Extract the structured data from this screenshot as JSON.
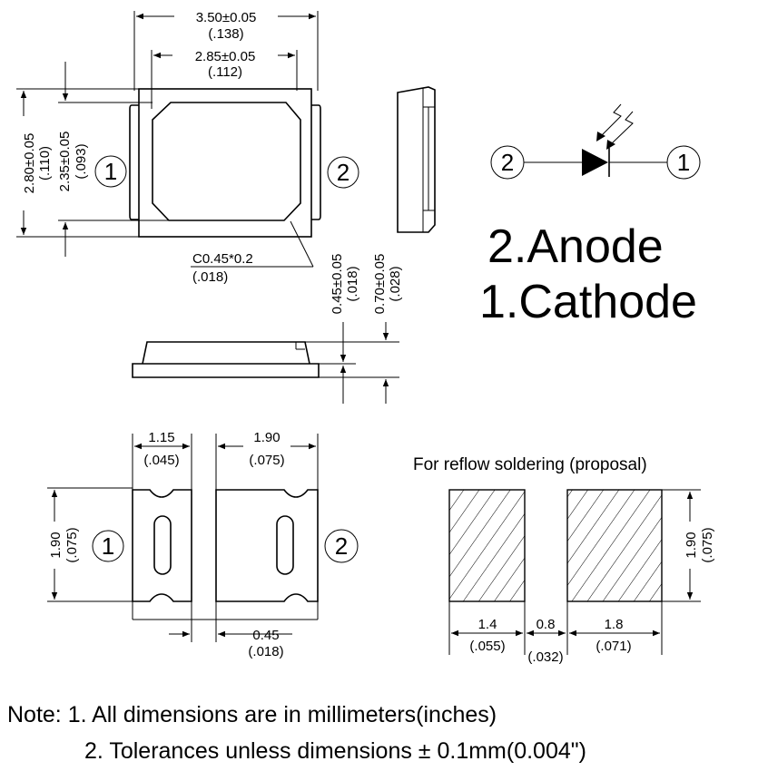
{
  "top_view": {
    "width_mm": "3.50±0.05",
    "width_in": "(.138)",
    "inner_width_mm": "2.85±0.05",
    "inner_width_in": "(.112)",
    "height_mm": "2.80±0.05",
    "height_in": "(.110)",
    "inner_height_mm": "2.35±0.05",
    "inner_height_in": "(.093)",
    "chamfer": "C0.45*0.2",
    "chamfer_in": "(.018)",
    "pin_left": "1",
    "pin_right": "2"
  },
  "side_view": {
    "lead_thickness_mm": "0.45±0.05",
    "lead_thickness_in": "(.018)",
    "total_height_mm": "0.70±0.05",
    "total_height_in": "(.028)"
  },
  "bottom_view": {
    "pad1_width_mm": "1.15",
    "pad1_width_in": "(.045)",
    "pad2_width_mm": "1.90",
    "pad2_width_in": "(.075)",
    "height_mm": "1.90",
    "height_in": "(.075)",
    "gap_mm": "0.45",
    "gap_in": "(.018)",
    "pin_left": "1",
    "pin_right": "2"
  },
  "symbol": {
    "pin_left": "2",
    "pin_right": "1",
    "anode_label": "2.Anode",
    "cathode_label": "1.Cathode"
  },
  "reflow": {
    "title": "For reflow soldering (proposal)",
    "pad1_mm": "1.4",
    "pad1_in": "(.055)",
    "gap_mm": "0.8",
    "gap_in": "(.032)",
    "pad2_mm": "1.8",
    "pad2_in": "(.071)",
    "height_mm": "1.90",
    "height_in": "(.075)"
  },
  "notes": {
    "line1": "Note: 1. All dimensions are in millimeters(inches)",
    "line2": "2. Tolerances unless dimensions ± 0.1mm(0.004\")"
  }
}
